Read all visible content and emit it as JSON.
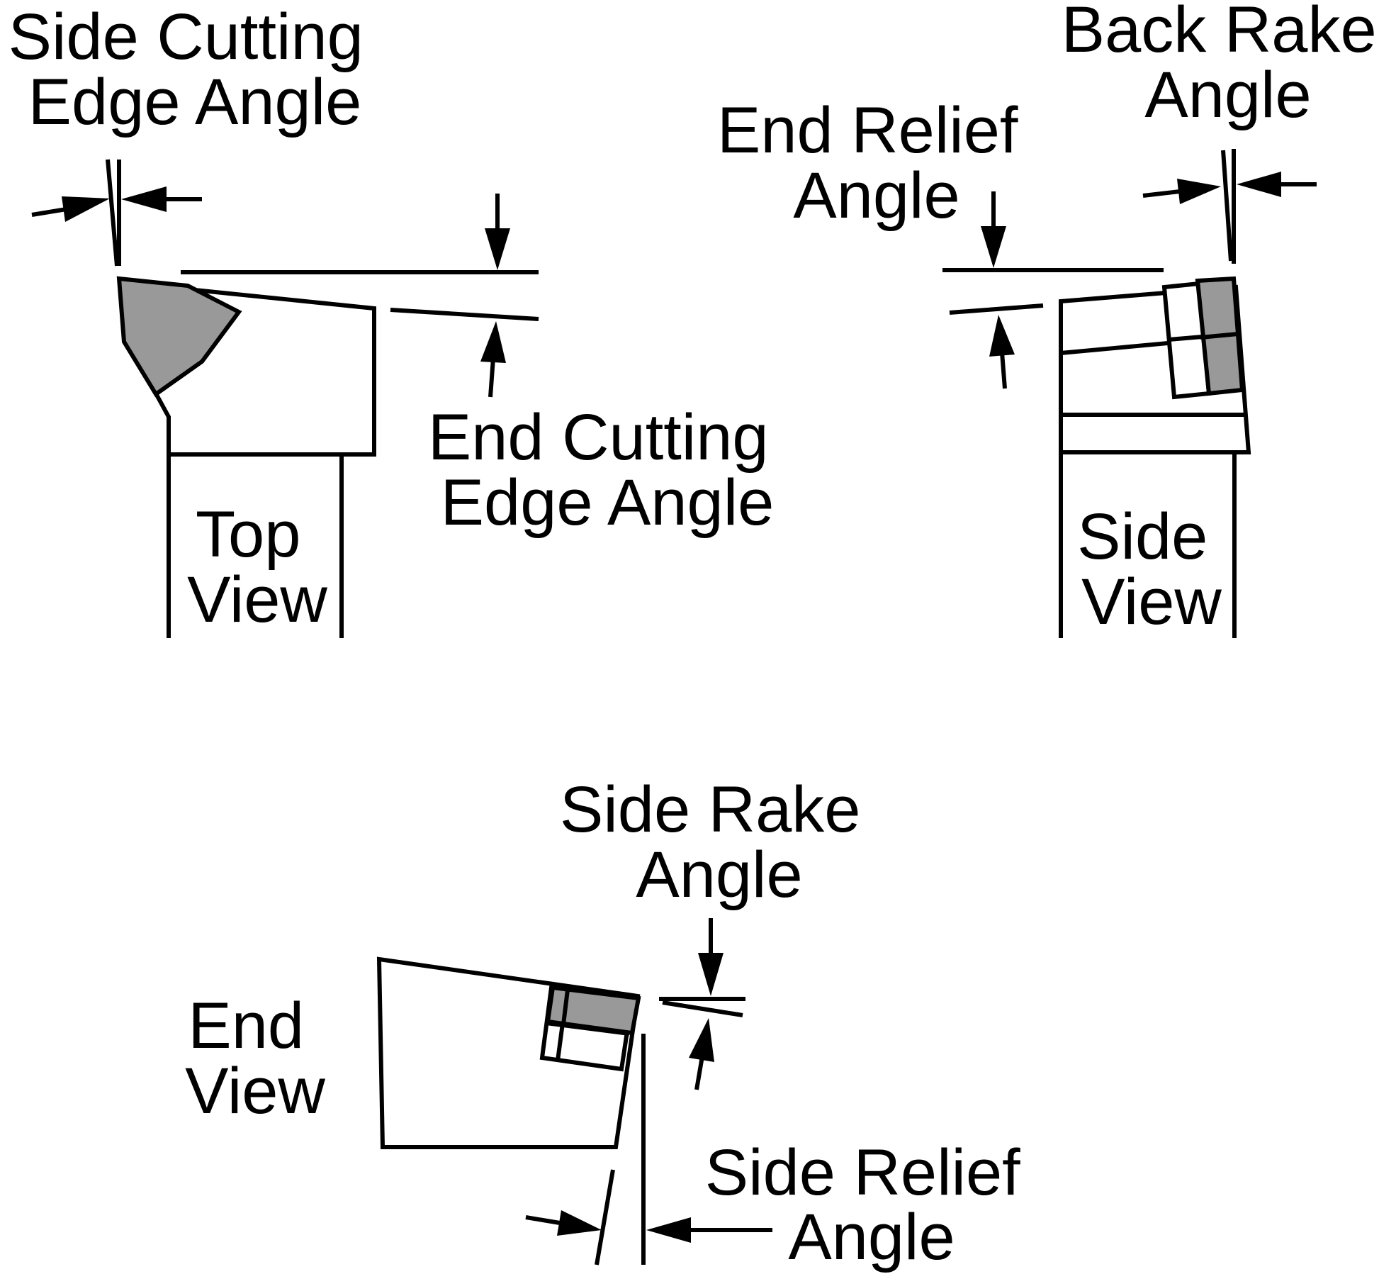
{
  "diagram": {
    "colors": {
      "stroke": "#000000",
      "insert_fill": "#999999",
      "background": "#ffffff"
    },
    "labels": {
      "side_cutting_edge_angle": [
        "Side Cutting",
        "Edge Angle"
      ],
      "end_cutting_edge_angle": [
        "End Cutting",
        "Edge Angle"
      ],
      "top_view": [
        "Top",
        "View"
      ],
      "end_relief_angle": [
        "End Relief",
        "Angle"
      ],
      "back_rake_angle": [
        "Back Rake",
        "Angle"
      ],
      "side_view": [
        "Side",
        "View"
      ],
      "side_rake_angle": [
        "Side Rake",
        "Angle"
      ],
      "end_view": [
        "End",
        "View"
      ],
      "side_relief_angle": [
        "Side Relief",
        "Angle"
      ]
    }
  }
}
